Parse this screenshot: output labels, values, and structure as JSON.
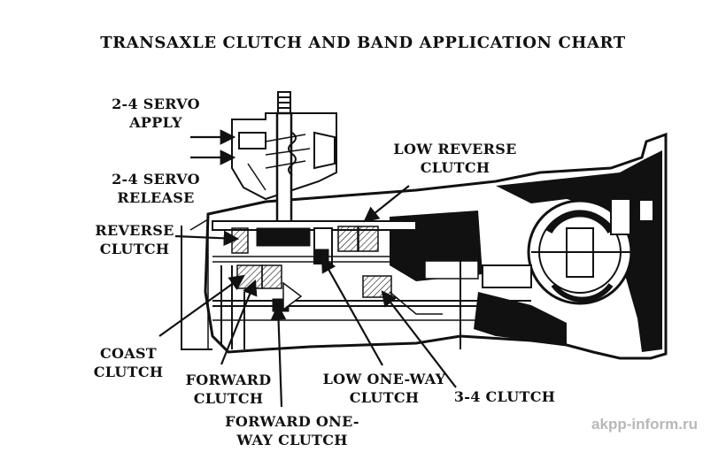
{
  "title": "TRANSAXLE CLUTCH AND BAND APPLICATION CHART",
  "labels": {
    "servo_apply": "2-4 SERVO\nAPPLY",
    "servo_release": "2-4 SERVO\nRELEASE",
    "reverse_clutch": "REVERSE\nCLUTCH",
    "low_reverse_clutch": "LOW REVERSE\nCLUTCH",
    "coast_clutch": "COAST\nCLUTCH",
    "forward_clutch": "FORWARD\nCLUTCH",
    "forward_one_way_clutch": "FORWARD ONE-\nWAY CLUTCH",
    "low_one_way_clutch": "LOW ONE-WAY\nCLUTCH",
    "clutch_34": "3-4 CLUTCH"
  },
  "watermark": "akpp-inform.ru",
  "colors": {
    "ink": "#111111",
    "watermark": "#b8b8b8",
    "background": "#ffffff"
  }
}
